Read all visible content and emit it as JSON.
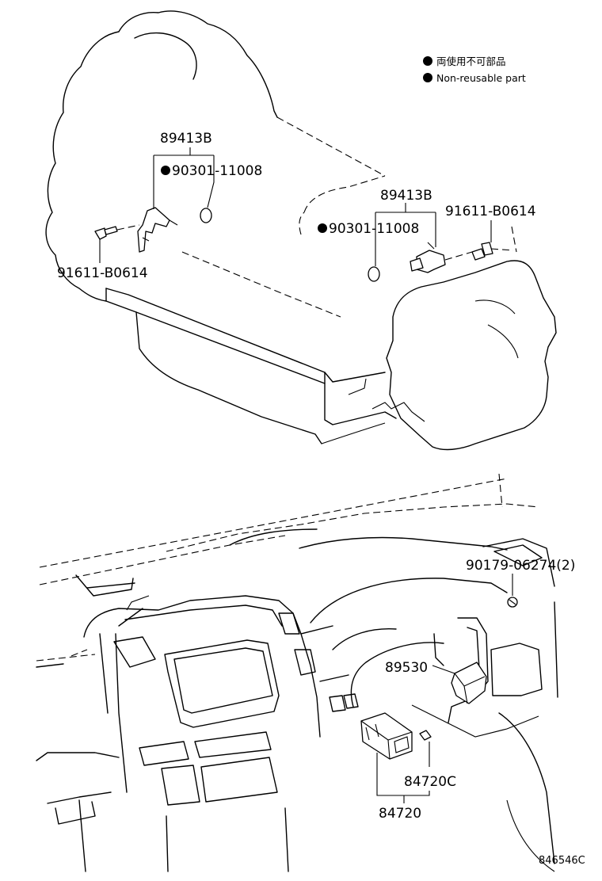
{
  "legend": {
    "japanese": "両使用不可部品",
    "english": "Non-reusable part"
  },
  "labels": {
    "sensor_left": "89413B",
    "gasket_left": "90301-11008",
    "bolt_left": "91611-B0614",
    "sensor_right": "89413B",
    "gasket_right": "90301-11008",
    "bolt_right": "91611-B0614",
    "screw": "90179-06274(2)",
    "ecu": "89530",
    "switch_sub": "84720C",
    "switch": "84720"
  },
  "drawing_ref": "846546C"
}
